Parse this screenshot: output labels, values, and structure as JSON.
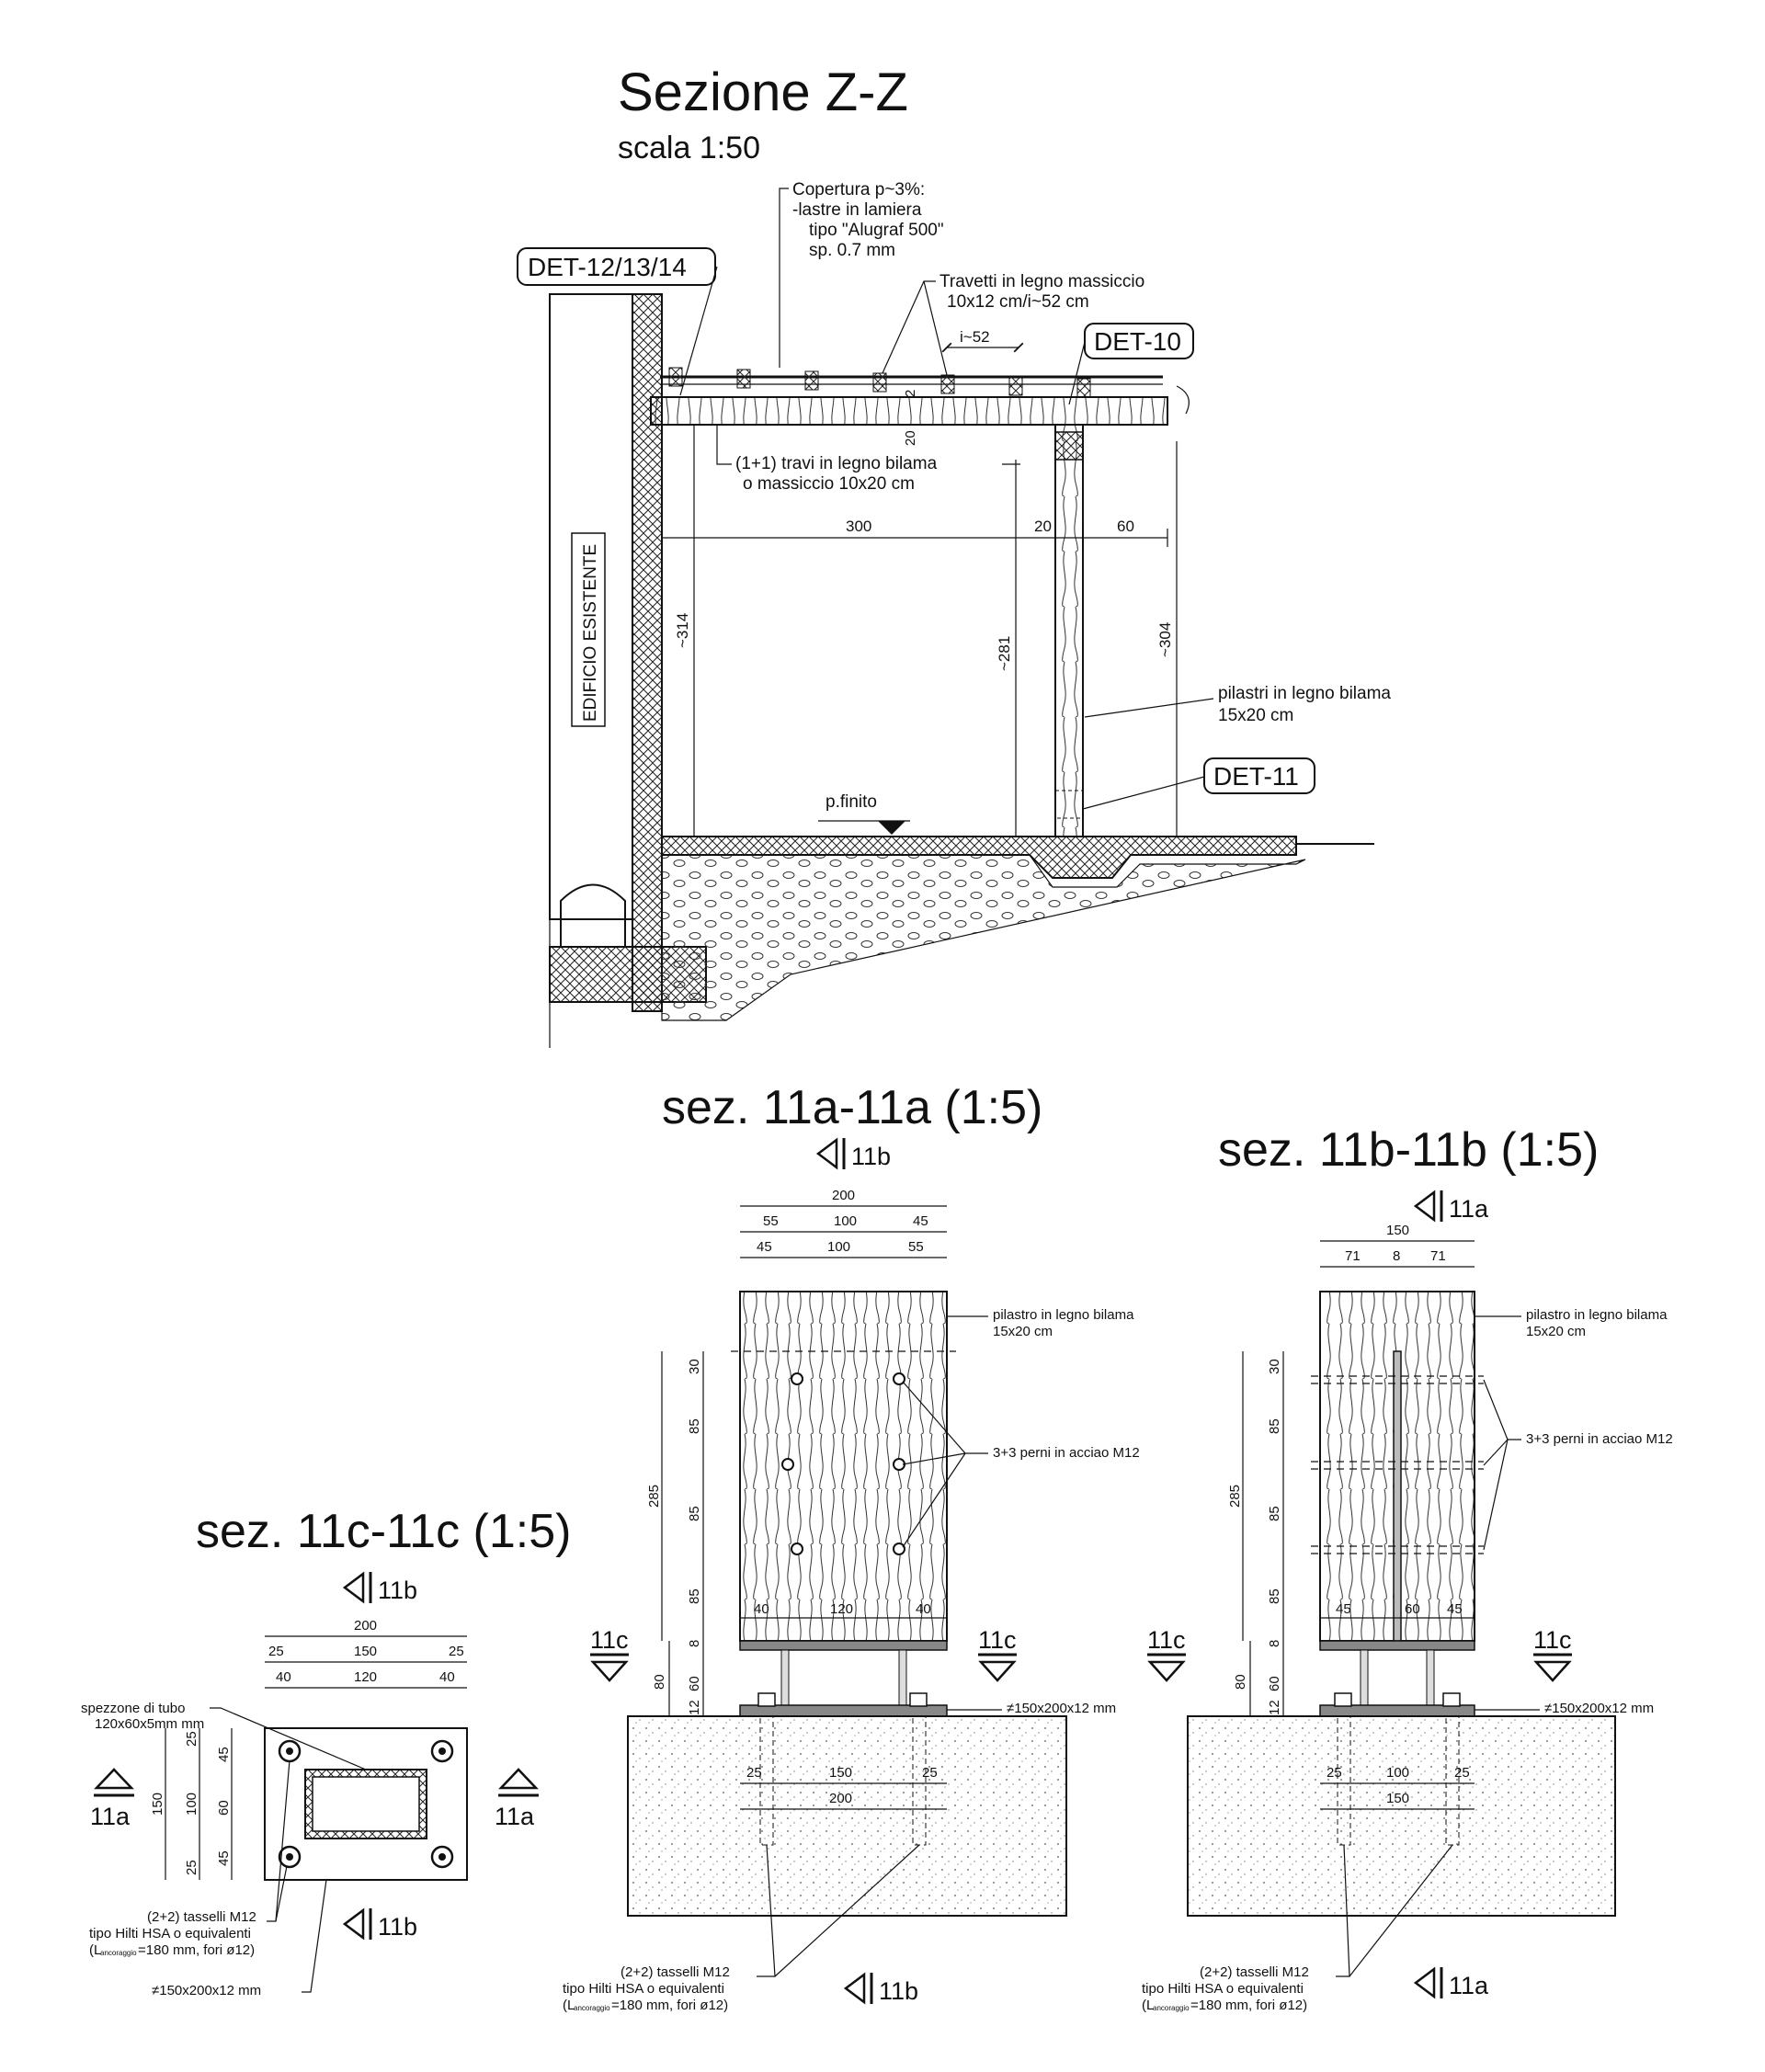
{
  "main_section": {
    "title": "Sezione Z-Z",
    "scale": "scala 1:50",
    "tags": {
      "det_12_13_14": "DET-12/13/14",
      "det_10": "DET-10",
      "det_11": "DET-11"
    },
    "notes": {
      "roof": [
        "Copertura p~3%:",
        "-lastre in lamiera",
        "tipo \"Alugraf 500\"",
        "sp. 0.7 mm"
      ],
      "joists": [
        "Travetti in legno massiccio",
        "10x12 cm/i~52 cm"
      ],
      "beams": [
        "(1+1) travi in legno bilama",
        "o massiccio 10x20 cm"
      ],
      "columns": [
        "pilastri in legno bilama",
        "15x20 cm"
      ],
      "existing_building": "EDIFICIO ESISTENTE",
      "floor": "p.finito"
    },
    "dims": {
      "spacing": "i~52",
      "joist_h": "2",
      "beam_h": "20",
      "span": "300",
      "col_w": "20",
      "overhang": "60",
      "h_wall": "~314",
      "h_col": "~281",
      "h_edge": "~304"
    }
  },
  "section_11a": {
    "title": "sez. 11a-11a  (1:5)",
    "cut_top": "11b",
    "cut_bottom": "11b",
    "cut_left": "11c",
    "cut_right": "11c",
    "dims_top": {
      "total": "200",
      "row1": [
        "55",
        "100",
        "45"
      ],
      "row2": [
        "45",
        "100",
        "55"
      ]
    },
    "dims_left": {
      "total": "285",
      "segments": [
        "30",
        "85",
        "85",
        "85",
        "8"
      ],
      "base_total": "80",
      "base_segments": [
        "60",
        "12"
      ]
    },
    "dims_bottom_col": [
      "40",
      "120",
      "40"
    ],
    "dims_plate": {
      "row1": [
        "25",
        "150",
        "25"
      ],
      "total": "200"
    },
    "notes": {
      "column": [
        "pilastro in legno bilama",
        "15x20 cm"
      ],
      "pins": "3+3 perni in acciao M12",
      "plate": "≠150x200x12 mm",
      "anchors": [
        "(2+2) tasselli M12",
        "tipo Hilti HSA o equivalenti",
        "(L",
        "ancoraggio",
        "=180 mm, fori ø12)"
      ]
    }
  },
  "section_11b": {
    "title": "sez. 11b-11b  (1:5)",
    "cut_top": "11a",
    "cut_bottom": "11a",
    "cut_left": "11c",
    "cut_right": "11c",
    "dims_top": {
      "total": "150",
      "row1": [
        "71",
        "8",
        "71"
      ]
    },
    "dims_left": {
      "total": "285",
      "segments": [
        "30",
        "85",
        "85",
        "85",
        "8"
      ],
      "base_total": "80",
      "base_segments": [
        "60",
        "12"
      ]
    },
    "dims_bottom_col": [
      "45",
      "60",
      "45"
    ],
    "dims_plate": {
      "row1": [
        "25",
        "100",
        "25"
      ],
      "total": "150"
    },
    "notes": {
      "column": [
        "pilastro in legno bilama",
        "15x20 cm"
      ],
      "pins": "3+3 perni in acciao M12",
      "plate": "≠150x200x12 mm",
      "anchors": [
        "(2+2) tasselli M12",
        "tipo Hilti HSA o equivalenti",
        "(L",
        "ancoraggio",
        "=180 mm, fori ø12)"
      ]
    }
  },
  "section_11c": {
    "title": "sez. 11c-11c  (1:5)",
    "cut_top": "11b",
    "cut_bottom": "11b",
    "cut_left": "11a",
    "cut_right": "11a",
    "dims_top": {
      "total": "200",
      "row1": [
        "25",
        "150",
        "25"
      ],
      "row2": [
        "40",
        "120",
        "40"
      ]
    },
    "dims_left": {
      "total": "150",
      "inner": [
        "25",
        "100",
        "25"
      ],
      "inner2": [
        "45",
        "60",
        "45"
      ]
    },
    "notes": {
      "tube": [
        "spezzone di tubo",
        "120x60x5mm mm"
      ],
      "anchors": [
        "(2+2) tasselli M12",
        "tipo Hilti HSA o equivalenti",
        "(L",
        "ancoraggio",
        "=180 mm, fori ø12)"
      ],
      "plate": "≠150x200x12 mm"
    }
  }
}
